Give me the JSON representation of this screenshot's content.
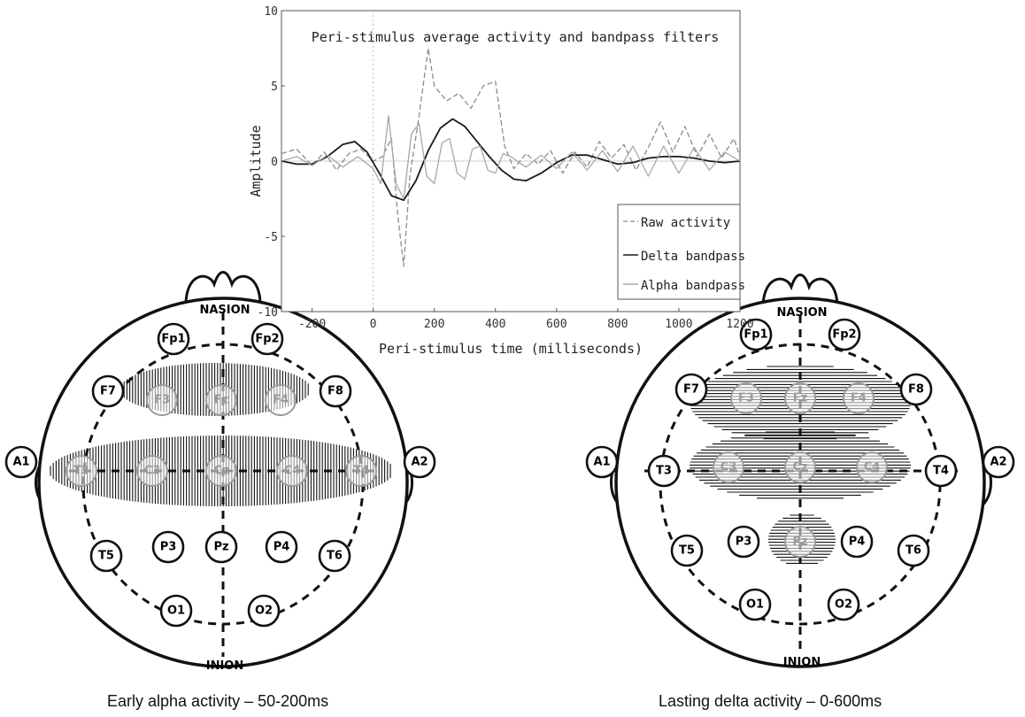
{
  "chart_data": {
    "type": "line",
    "title": "Peri-stimulus average activity and bandpass filters",
    "xlabel": "Peri-stimulus time (milliseconds)",
    "ylabel": "Amplitude",
    "xlim": [
      -300,
      1200
    ],
    "ylim": [
      -10,
      10
    ],
    "xticks": [
      -200,
      0,
      200,
      400,
      600,
      800,
      1000,
      1200
    ],
    "yticks": [
      -10,
      -5,
      0,
      5,
      10
    ],
    "legend_position": "bottom-right",
    "grid": false,
    "series": [
      {
        "name": "Raw activity",
        "style": "dashed",
        "color": "#8c8c8c",
        "x": [
          -300,
          -250,
          -200,
          -160,
          -120,
          -80,
          -40,
          0,
          30,
          60,
          80,
          100,
          120,
          150,
          180,
          200,
          240,
          280,
          320,
          360,
          400,
          430,
          460,
          500,
          540,
          580,
          620,
          660,
          700,
          740,
          780,
          820,
          860,
          900,
          940,
          980,
          1020,
          1060,
          1100,
          1140,
          1180,
          1200
        ],
        "y": [
          0.5,
          0.8,
          -0.3,
          0.6,
          -0.6,
          0.5,
          0.8,
          0,
          0.3,
          1.5,
          -3.5,
          -7,
          -1,
          3,
          7.5,
          5,
          4,
          4.5,
          3.5,
          5,
          5.3,
          1,
          -0.5,
          0.5,
          -0.2,
          0.7,
          -0.8,
          0.6,
          -0.4,
          1.3,
          0.2,
          1.1,
          -0.6,
          0.9,
          2.6,
          0.6,
          2.3,
          0.3,
          1.8,
          0.2,
          1.5,
          0.3
        ]
      },
      {
        "name": "Delta bandpass",
        "style": "solid",
        "color": "#1a1a1a",
        "x": [
          -300,
          -250,
          -200,
          -150,
          -100,
          -60,
          -20,
          20,
          60,
          100,
          140,
          180,
          220,
          260,
          300,
          340,
          380,
          420,
          460,
          500,
          550,
          600,
          650,
          700,
          750,
          800,
          850,
          900,
          950,
          1000,
          1050,
          1100,
          1150,
          1200
        ],
        "y": [
          0,
          -0.2,
          -0.2,
          0.3,
          1.1,
          1.3,
          0.6,
          -0.8,
          -2.3,
          -2.6,
          -1.3,
          0.7,
          2.2,
          2.8,
          2.3,
          1.3,
          0.3,
          -0.6,
          -1.2,
          -1.3,
          -0.8,
          -0.1,
          0.4,
          0.4,
          0.1,
          -0.2,
          -0.1,
          0.2,
          0.3,
          0.3,
          0.2,
          0,
          -0.1,
          0
        ]
      },
      {
        "name": "Alpha bandpass",
        "style": "solid",
        "color": "#a8a8a8",
        "x": [
          -300,
          -250,
          -200,
          -150,
          -100,
          -50,
          0,
          25,
          50,
          75,
          100,
          125,
          150,
          175,
          200,
          225,
          250,
          275,
          300,
          325,
          350,
          375,
          400,
          425,
          450,
          500,
          550,
          600,
          650,
          700,
          750,
          800,
          850,
          900,
          950,
          1000,
          1050,
          1100,
          1150,
          1200
        ],
        "y": [
          0,
          0.3,
          -0.3,
          0.4,
          -0.4,
          0.3,
          -0.5,
          -1.5,
          3,
          -1.5,
          -2.5,
          1.8,
          2.5,
          -1,
          -1.5,
          1.2,
          1.5,
          -0.8,
          -1.2,
          0.8,
          1,
          -0.6,
          -0.8,
          0.5,
          0.3,
          -0.4,
          0.4,
          -0.5,
          0.6,
          -0.6,
          0.7,
          -0.7,
          1,
          -1,
          1,
          -0.8,
          0.9,
          -0.6,
          0.6,
          0
        ]
      }
    ]
  },
  "heads": [
    {
      "id": "alpha",
      "caption": "Early alpha activity – 50-200ms",
      "nasion_label": "NASION",
      "inion_label": "INION",
      "electrodes": [
        {
          "label": "Fp1",
          "dim": false
        },
        {
          "label": "Fp2",
          "dim": false
        },
        {
          "label": "F7",
          "dim": false
        },
        {
          "label": "F3",
          "dim": true
        },
        {
          "label": "Fz",
          "dim": true
        },
        {
          "label": "F4",
          "dim": true
        },
        {
          "label": "F8",
          "dim": false
        },
        {
          "label": "A1",
          "dim": false
        },
        {
          "label": "T3",
          "dim": true
        },
        {
          "label": "C3",
          "dim": true
        },
        {
          "label": "Cz",
          "dim": true
        },
        {
          "label": "C4",
          "dim": true
        },
        {
          "label": "T4",
          "dim": true
        },
        {
          "label": "A2",
          "dim": false
        },
        {
          "label": "T5",
          "dim": false
        },
        {
          "label": "P3",
          "dim": false
        },
        {
          "label": "Pz",
          "dim": false
        },
        {
          "label": "P4",
          "dim": false
        },
        {
          "label": "T6",
          "dim": false
        },
        {
          "label": "O1",
          "dim": false
        },
        {
          "label": "O2",
          "dim": false
        }
      ]
    },
    {
      "id": "delta",
      "caption": "Lasting delta activity – 0-600ms",
      "nasion_label": "NASION",
      "inion_label": "INION",
      "electrodes": [
        {
          "label": "Fp1",
          "dim": false
        },
        {
          "label": "Fp2",
          "dim": false
        },
        {
          "label": "F7",
          "dim": false
        },
        {
          "label": "F3",
          "dim": true
        },
        {
          "label": "Fz",
          "dim": true
        },
        {
          "label": "F4",
          "dim": true
        },
        {
          "label": "F8",
          "dim": false
        },
        {
          "label": "A1",
          "dim": false
        },
        {
          "label": "T3",
          "dim": false
        },
        {
          "label": "C3",
          "dim": true
        },
        {
          "label": "Cz",
          "dim": true
        },
        {
          "label": "C4",
          "dim": true
        },
        {
          "label": "T4",
          "dim": false
        },
        {
          "label": "A2",
          "dim": false
        },
        {
          "label": "T5",
          "dim": false
        },
        {
          "label": "P3",
          "dim": false
        },
        {
          "label": "Pz",
          "dim": true
        },
        {
          "label": "P4",
          "dim": false
        },
        {
          "label": "T6",
          "dim": false
        },
        {
          "label": "O1",
          "dim": false
        },
        {
          "label": "O2",
          "dim": false
        }
      ]
    }
  ]
}
